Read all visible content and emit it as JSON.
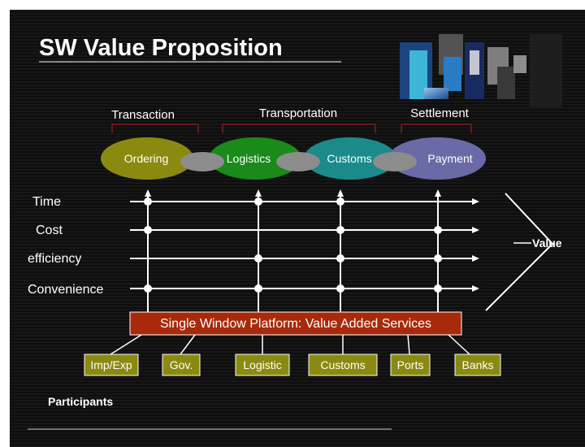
{
  "title": "SW Value Proposition",
  "phases": [
    {
      "label": "Transaction"
    },
    {
      "label": "Transportation"
    },
    {
      "label": "Settlement"
    }
  ],
  "processes": [
    {
      "label": "Ordering",
      "color": "#8a8a10"
    },
    {
      "label": "Logistics",
      "color": "#1a8a1a"
    },
    {
      "label": "Customs",
      "color": "#1a8a8a"
    },
    {
      "label": "Payment",
      "color": "#6a6aa6"
    }
  ],
  "dimensions": [
    {
      "label": "Time"
    },
    {
      "label": "Cost"
    },
    {
      "label": "efficiency"
    },
    {
      "label": "Convenience"
    }
  ],
  "value_label": "Value",
  "platform_label": "Single Window Platform: Value Added Services",
  "participants_heading": "Participants",
  "participants": [
    {
      "label": "Imp/Exp"
    },
    {
      "label": "Gov."
    },
    {
      "label": "Logistic"
    },
    {
      "label": "Customs"
    },
    {
      "label": "Ports"
    },
    {
      "label": "Banks"
    }
  ],
  "colors": {
    "platform_fill": "#a82a0a",
    "participant_fill": "#8a8a10",
    "connector_gray": "#8c8c8c",
    "bracket_red": "#b02020",
    "line_white": "#ffffff"
  }
}
